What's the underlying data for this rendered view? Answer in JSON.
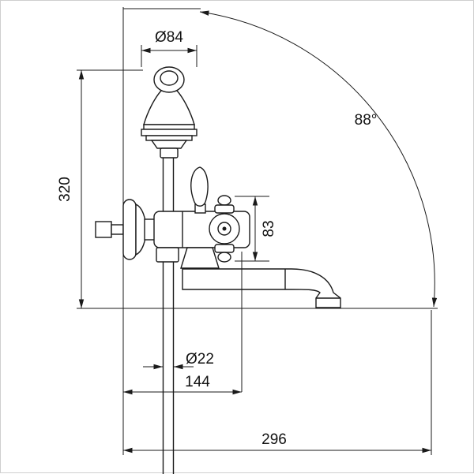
{
  "colors": {
    "line": "#1a1a1a",
    "background": "#ffffff"
  },
  "dimensions": {
    "handset_diameter": "Ø84",
    "overall_height": "320",
    "spout_angle": "88°",
    "handle_height": "83",
    "hose_diameter": "Ø22",
    "wall_offset": "144",
    "spout_reach": "296"
  }
}
